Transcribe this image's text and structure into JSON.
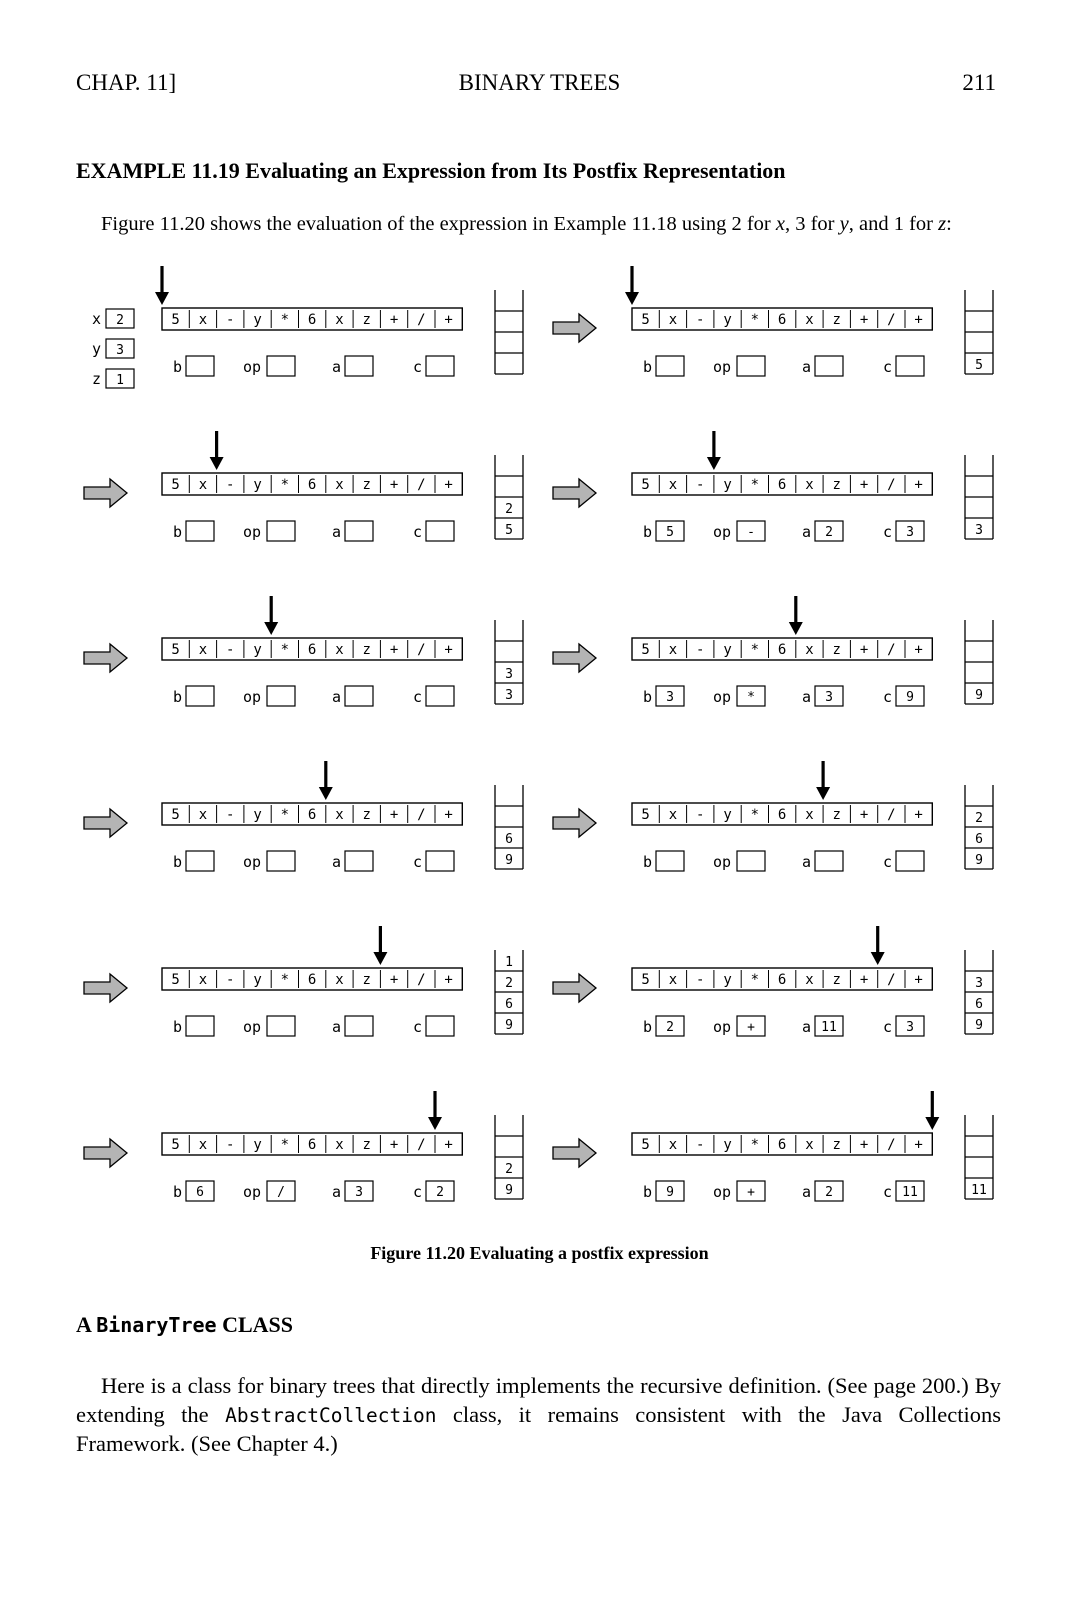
{
  "header": {
    "left": "CHAP. 11]",
    "center": "BINARY TREES",
    "page_number": "211"
  },
  "example": {
    "title": "EXAMPLE 11.19  Evaluating an Expression from Its Postfix Representation",
    "intro_pre": "Figure 11.20 shows the evaluation of the expression in Example 11.18 using 2 for ",
    "intro_x": "x",
    "intro_mid1": ", 3 for ",
    "intro_y": "y",
    "intro_mid2": ", and 1 for ",
    "intro_z": "z",
    "intro_end": ":"
  },
  "figure": {
    "tokens": [
      "5",
      "x",
      "-",
      "y",
      "*",
      "6",
      "x",
      "z",
      "+",
      "/",
      "+"
    ],
    "variables": [
      {
        "name": "x",
        "value": "2"
      },
      {
        "name": "y",
        "value": "3"
      },
      {
        "name": "z",
        "value": "1"
      }
    ],
    "register_labels": [
      "b",
      "op",
      "a",
      "c"
    ],
    "steps": [
      {
        "pointer": 0,
        "b": "",
        "op": "",
        "a": "",
        "c": "",
        "stack": []
      },
      {
        "pointer": 0,
        "b": "",
        "op": "",
        "a": "",
        "c": "",
        "stack": [
          "5"
        ]
      },
      {
        "pointer": 2,
        "b": "",
        "op": "",
        "a": "",
        "c": "",
        "stack": [
          "2",
          "5"
        ]
      },
      {
        "pointer": 3,
        "b": "5",
        "op": "-",
        "a": "2",
        "c": "3",
        "stack": [
          "3"
        ]
      },
      {
        "pointer": 4,
        "b": "",
        "op": "",
        "a": "",
        "c": "",
        "stack": [
          "3",
          "3"
        ]
      },
      {
        "pointer": 6,
        "b": "3",
        "op": "*",
        "a": "3",
        "c": "9",
        "stack": [
          "9"
        ]
      },
      {
        "pointer": 6,
        "b": "",
        "op": "",
        "a": "",
        "c": "",
        "stack": [
          "6",
          "9"
        ]
      },
      {
        "pointer": 7,
        "b": "",
        "op": "",
        "a": "",
        "c": "",
        "stack": [
          "2",
          "6",
          "9"
        ]
      },
      {
        "pointer": 8,
        "b": "",
        "op": "",
        "a": "",
        "c": "",
        "stack": [
          "1",
          "2",
          "6",
          "9"
        ]
      },
      {
        "pointer": 9,
        "b": "2",
        "op": "+",
        "a": "11",
        "c": "3",
        "stack": [
          "3",
          "6",
          "9"
        ]
      },
      {
        "pointer": 10,
        "b": "6",
        "op": "/",
        "a": "3",
        "c": "2",
        "stack": [
          "2",
          "9"
        ]
      },
      {
        "pointer": 11,
        "b": "9",
        "op": "+",
        "a": "2",
        "c": "11",
        "stack": [
          "11"
        ]
      }
    ],
    "caption": "Figure 11.20  Evaluating a postfix expression"
  },
  "section": {
    "prefix": "A ",
    "code": "BinaryTree",
    "suffix": " CLASS"
  },
  "paragraph": {
    "part1": "Here is a class for binary trees that directly implements the recursive definition. (See page 200.) By extending the ",
    "code": "AbstractCollection",
    "part2": " class, it remains consistent with the Java Collections Framework. (See Chapter 4.)"
  },
  "colors": {
    "arrow_fill": "#b4b4b4",
    "ink": "#000000"
  }
}
